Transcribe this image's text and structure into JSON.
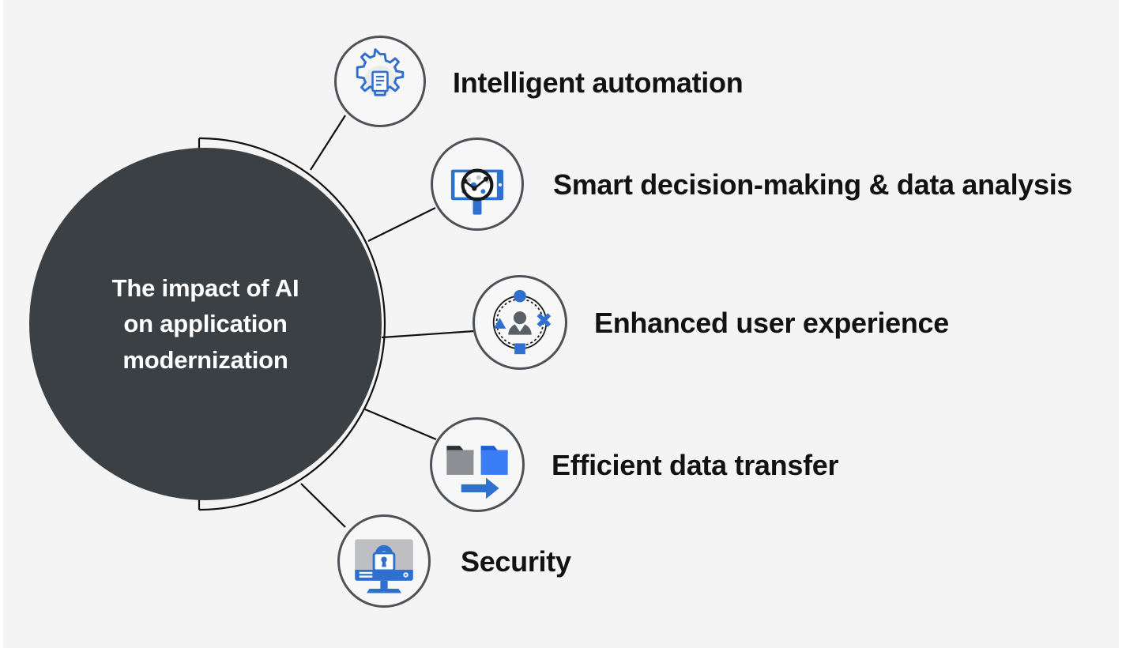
{
  "diagram": {
    "type": "hub-and-spoke",
    "background_color": "#f4f4f4",
    "hub": {
      "title": "The impact of AI\non application\nmodernization",
      "fill_color": "#3b4045",
      "text_color": "#ffffff"
    },
    "arc": {
      "stroke_color": "#111111",
      "description": "thin bracket arc around right side of hub"
    },
    "accent_color": "#2f6fd0",
    "ring_color": "#4d5258",
    "branches": [
      {
        "label": "Intelligent automation",
        "icon": "gear-document-icon"
      },
      {
        "label": "Smart decision-making & data analysis",
        "icon": "tablet-magnifier-analytics-icon"
      },
      {
        "label": "Enhanced user experience",
        "icon": "user-experience-icon"
      },
      {
        "label": "Efficient data transfer",
        "icon": "folder-transfer-icon"
      },
      {
        "label": "Security",
        "icon": "monitor-lock-icon"
      }
    ]
  }
}
